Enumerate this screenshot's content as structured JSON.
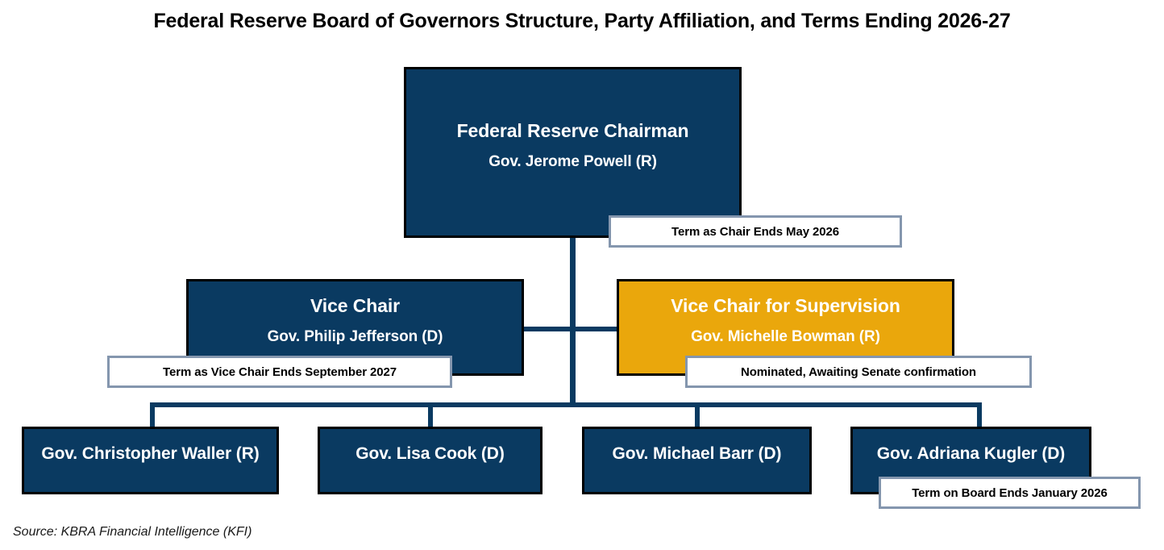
{
  "title": "Federal Reserve Board of Governors Structure, Party Affiliation, and Terms Ending 2026-27",
  "colors": {
    "navy": "#0A3A61",
    "gold": "#EAA70C",
    "box_border": "#000000",
    "callout_border": "#8496AE",
    "connector": "#0A3A61",
    "background": "#FFFFFF",
    "text_on_box": "#FFFFFF",
    "text_dark": "#000000"
  },
  "chart_data": {
    "type": "diagram",
    "subtype": "organization-chart",
    "title": "Federal Reserve Board of Governors Structure, Party Affiliation, and Terms Ending 2026-27",
    "nodes": [
      {
        "id": "chairman",
        "level": 1,
        "role": "Federal Reserve Chairman",
        "person": "Gov. Jerome Powell (R)",
        "party": "R",
        "fill": "navy"
      },
      {
        "id": "vice-chair",
        "level": 2,
        "role": "Vice Chair",
        "person": "Gov. Philip Jefferson (D)",
        "party": "D",
        "fill": "navy"
      },
      {
        "id": "vice-chair-supervision",
        "level": 2,
        "role": "Vice Chair for Supervision",
        "person": "Gov. Michelle Bowman (R)",
        "party": "R",
        "fill": "gold"
      },
      {
        "id": "waller",
        "level": 3,
        "role": "",
        "person": "Gov. Christopher Waller (R)",
        "party": "R",
        "fill": "navy"
      },
      {
        "id": "cook",
        "level": 3,
        "role": "",
        "person": "Gov. Lisa Cook (D)",
        "party": "D",
        "fill": "navy"
      },
      {
        "id": "barr",
        "level": 3,
        "role": "",
        "person": "Gov. Michael Barr (D)",
        "party": "D",
        "fill": "navy"
      },
      {
        "id": "kugler",
        "level": 3,
        "role": "",
        "person": "Gov. Adriana Kugler (D)",
        "party": "D",
        "fill": "navy"
      }
    ],
    "annotations": [
      {
        "id": "chair-term",
        "attached_to": "chairman",
        "text": "Term as Chair Ends May 2026"
      },
      {
        "id": "vice-chair-term",
        "attached_to": "vice-chair",
        "text": "Term as Vice Chair Ends September 2027"
      },
      {
        "id": "bowman-status",
        "attached_to": "vice-chair-supervision",
        "text": "Nominated, Awaiting Senate confirmation"
      },
      {
        "id": "kugler-term",
        "attached_to": "kugler",
        "text": "Term on Board Ends January 2026"
      }
    ],
    "edges": [
      {
        "from": "chairman",
        "to": "vice-chair"
      },
      {
        "from": "chairman",
        "to": "vice-chair-supervision"
      },
      {
        "from": "chairman",
        "to": "waller"
      },
      {
        "from": "chairman",
        "to": "cook"
      },
      {
        "from": "chairman",
        "to": "barr"
      },
      {
        "from": "chairman",
        "to": "kugler"
      }
    ]
  },
  "source": "Source: KBRA Financial Intelligence (KFI)"
}
